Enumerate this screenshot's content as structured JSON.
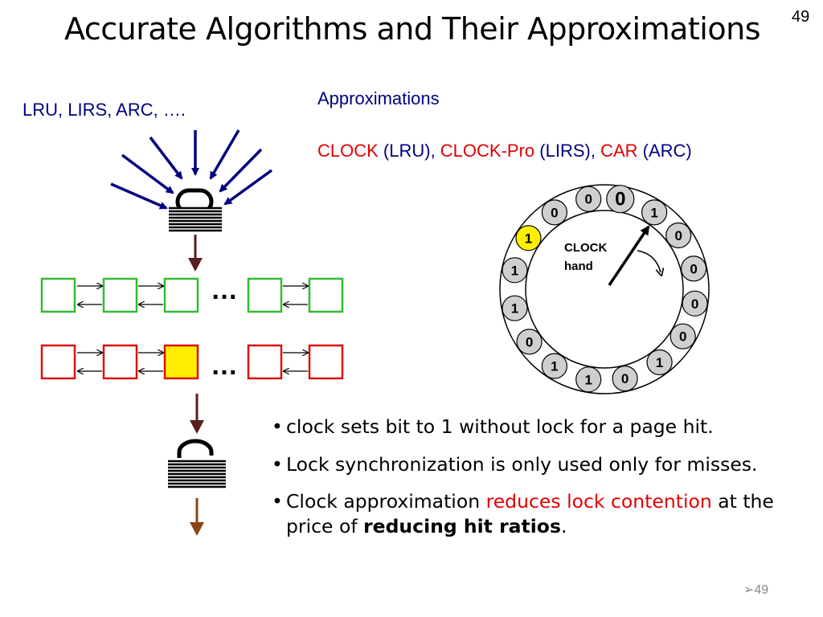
{
  "title": "Accurate Algorithms and Their Approximations",
  "slide_number": "49",
  "left_label": "LRU, LIRS, ARC, ….",
  "approximations_heading": "Approximations",
  "approximations_line": {
    "part1_red": "CLOCK",
    "part1_paren": " (LRU), ",
    "part2_red": "CLOCK-Pro",
    "part2_paren": " (LIRS), ",
    "part3_red": "CAR",
    "part3_paren": " (ARC)"
  },
  "ellipsis": "…",
  "clock": {
    "hand_label_line1": "CLOCK",
    "hand_label_line2": "hand",
    "bits": [
      "0",
      "0",
      "1",
      "0",
      "0",
      "0",
      "0",
      "1",
      "0",
      "1",
      "1",
      "0",
      "1",
      "1",
      "1",
      "0"
    ]
  },
  "bullets": {
    "b1": "clock sets bit to 1 without lock for a page hit.",
    "b2": "Lock synchronization is only used only for misses.",
    "b3_pre": "Clock approximation ",
    "b3_red": "reduces lock contention",
    "b3_mid": " at the price of ",
    "b3_bold": "reducing hit ratios",
    "b3_end": "."
  },
  "bullet_char": "•",
  "footer": "➢49",
  "colors": {
    "navy": "#000080",
    "red": "#e00000",
    "green_box": "#33bb33",
    "red_box": "#dd1111",
    "highlight_yellow": "#ffee00"
  }
}
